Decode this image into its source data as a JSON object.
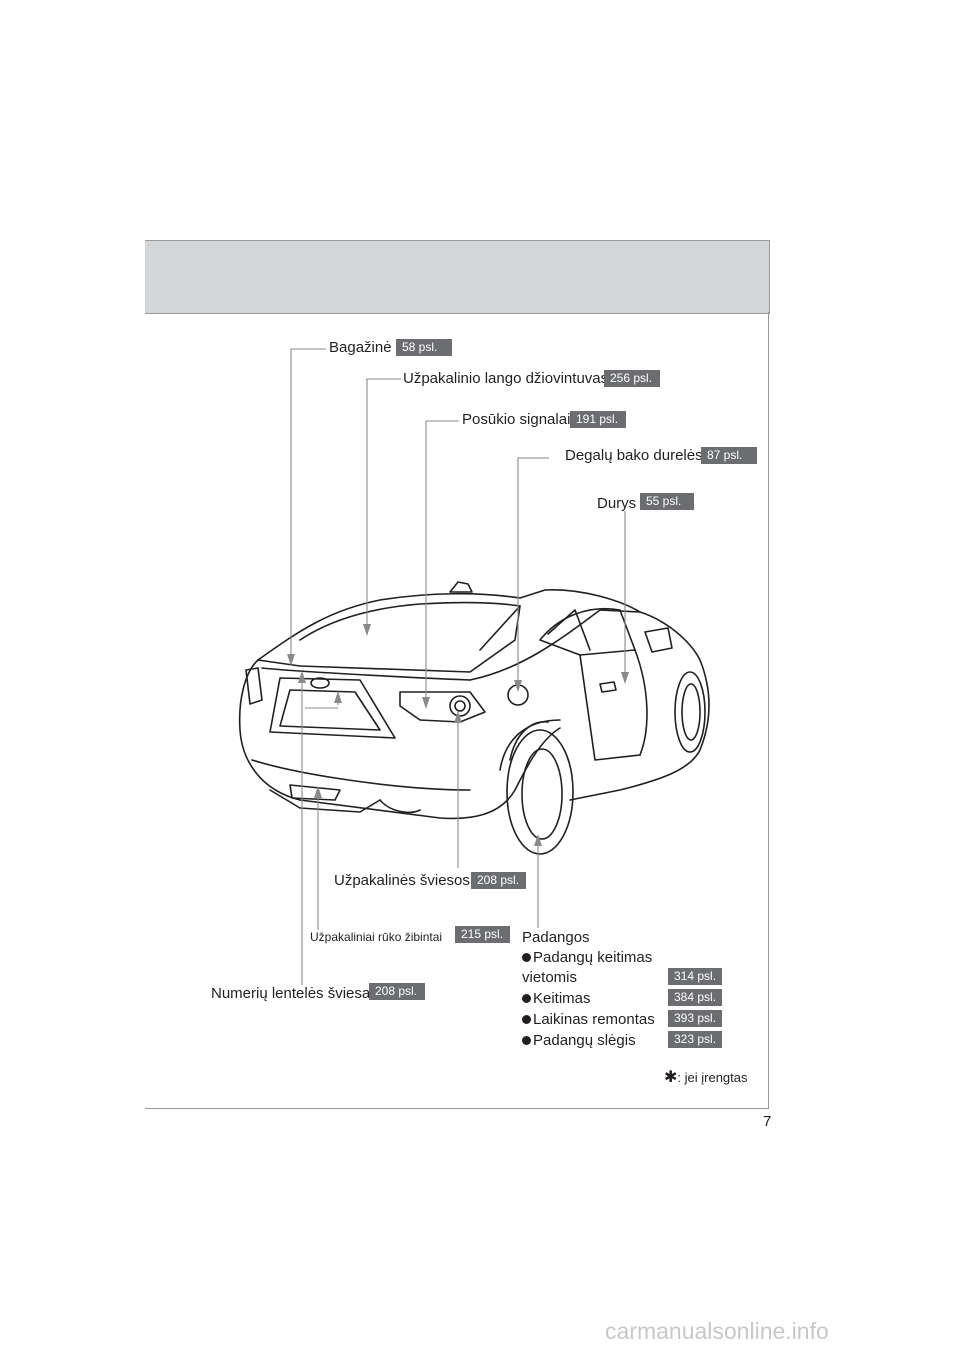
{
  "page_number": "7",
  "callouts": {
    "trunk": {
      "label": "Bagažinė",
      "page": "58 psl."
    },
    "rear_defogger": {
      "label": "Užpakalinio lango džiovintuvas",
      "page": "256 psl."
    },
    "turn_signals": {
      "label": "Posūkio signalai",
      "page": "191 psl."
    },
    "fuel_door": {
      "label": "Degalų bako durelės",
      "page": "87 psl."
    },
    "doors": {
      "label": "Durys",
      "page": "55 psl."
    },
    "tail_lights": {
      "label": "Užpakalinės šviesos",
      "page": "208 psl."
    },
    "rear_fog": {
      "label": "Užpakaliniai rūko žibintai",
      "page": "215 psl."
    },
    "license_light": {
      "label": "Numerių lentelės šviesa",
      "page": "208 psl."
    }
  },
  "tires": {
    "heading": "Padangos",
    "items": [
      {
        "label_line1": "Padangų keitimas",
        "label_line2": "vietomis",
        "page": "314 psl."
      },
      {
        "label_line1": "Keitimas",
        "page": "384 psl."
      },
      {
        "label_line1": "Laikinas remontas",
        "page": "393 psl."
      },
      {
        "label_line1": "Padangų slėgis",
        "page": "323 psl."
      }
    ]
  },
  "footnote": {
    "symbol": "✱",
    "text": ": jei įrengtas"
  },
  "watermark": "carmanualsonline.info"
}
